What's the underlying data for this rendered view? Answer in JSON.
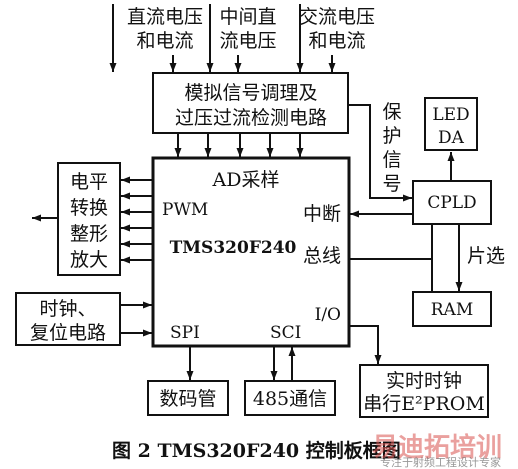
{
  "inputs": {
    "dc": [
      "直流电压",
      "和电流"
    ],
    "mid": [
      "中间直",
      "流电压"
    ],
    "ac": [
      "交流电压",
      "和电流"
    ]
  },
  "blocks": {
    "conditioning": [
      "模拟信号调理及",
      "过压过流检测电路"
    ],
    "shaping": [
      "电平",
      "转换",
      "整形",
      "放大"
    ],
    "clock": [
      "时钟、",
      "复位电路"
    ],
    "led": [
      "LED",
      "DA"
    ],
    "cpld": "CPLD",
    "ram": "RAM",
    "display": "数码管",
    "comm": "485通信",
    "rtc": [
      "实时时钟",
      "串行E²PROM"
    ]
  },
  "dsp": {
    "name": "TMS320F240",
    "ad": "AD采样",
    "pwm": "PWM",
    "interrupt": "中断",
    "bus": "总线",
    "io": "I/O",
    "spi": "SPI",
    "sci": "SCI"
  },
  "labels": {
    "protect": [
      "保",
      "护",
      "信",
      "号"
    ],
    "chipselect": "片选"
  },
  "caption": "图 2  TMS320F240 控制板框图",
  "watermark": {
    "logo": "易迪拓培训",
    "sub": "专注于射频工程设计专家"
  }
}
